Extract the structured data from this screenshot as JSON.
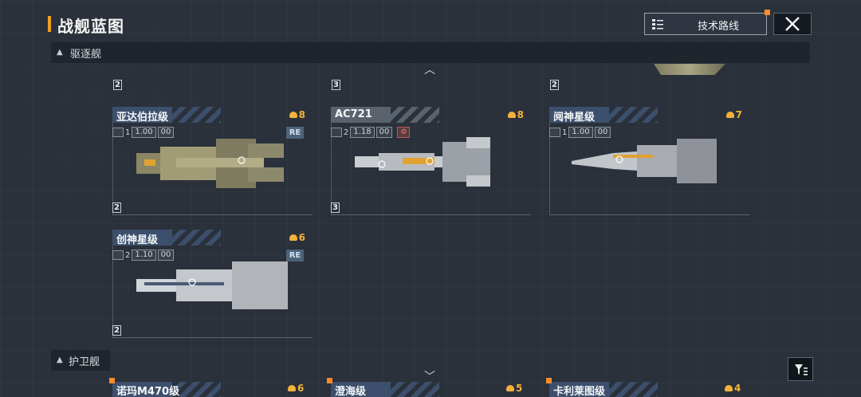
{
  "header": {
    "title": "战舰蓝图",
    "tech_button_label": "技术路线"
  },
  "sections": {
    "destroyers": "驱逐舰",
    "frigates": "护卫舰"
  },
  "top_row_tiers": [
    "2",
    "3",
    "2"
  ],
  "cards": [
    {
      "name": "亚达伯拉级",
      "cost": "8",
      "stat_a": "1",
      "stat_b": "1.00",
      "stat_c": "00",
      "badge": "RE",
      "tier": "2"
    },
    {
      "name": "AC721",
      "cost": "8",
      "stat_a": "2",
      "stat_b": "1.18",
      "stat_c": "00",
      "badge": "",
      "tier": "3"
    },
    {
      "name": "阋神星级",
      "cost": "7",
      "stat_a": "1",
      "stat_b": "1.00",
      "stat_c": "00",
      "badge": "",
      "tier": ""
    },
    {
      "name": "创神星级",
      "cost": "6",
      "stat_a": "2",
      "stat_b": "1.10",
      "stat_c": "00",
      "badge": "RE",
      "tier": "2"
    }
  ],
  "bottom_cards": [
    {
      "name": "诺玛M470级",
      "cost": "6"
    },
    {
      "name": "澄海级",
      "cost": "5"
    },
    {
      "name": "卡利莱图级",
      "cost": "4"
    }
  ],
  "icons": {
    "close": "close-icon",
    "tech": "tech-tree-icon",
    "filter": "filter-icon",
    "collapse": "chevron-up-icon",
    "expand": "chevron-down-icon"
  },
  "colors": {
    "accent": "#f0a020",
    "cost": "#f3b23a",
    "name_tag": "#3c4f6c",
    "background": "#2a313b"
  }
}
